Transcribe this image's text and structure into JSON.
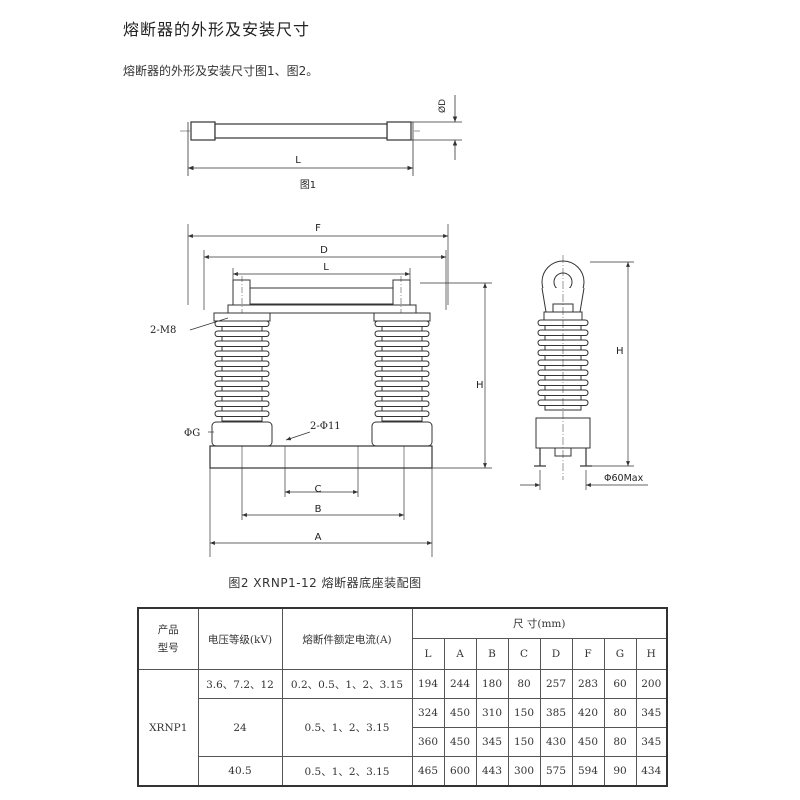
{
  "heading": "熔断器的外形及安装尺寸",
  "intro": "熔断器的外形及安装尺寸图1、图2。",
  "figure1": {
    "caption": "图1",
    "labels": {
      "diameter": "ØD",
      "length": "L"
    }
  },
  "figure2": {
    "caption": "图2 XRNP1-12 熔断器底座装配图",
    "labels": {
      "F": "F",
      "D": "D",
      "L": "L",
      "H": "H",
      "bolt": "2-M8",
      "phiG": "ΦG",
      "hole": "2-Φ11",
      "C": "C",
      "B": "B",
      "A": "A",
      "side_H": "H",
      "side_base": "Φ60Max"
    }
  },
  "table": {
    "header": {
      "product_model": "产品\n型号",
      "voltage": "电压等级(kV)",
      "current": "熔断件额定电流(A)",
      "dimensions": "尺 寸(mm)",
      "dim_cols": [
        "L",
        "A",
        "B",
        "C",
        "D",
        "F",
        "G",
        "H"
      ]
    },
    "model": "XRNP1",
    "rows": [
      {
        "voltage": "3.6、7.2、12",
        "current": "0.2、0.5、1、2、3.15",
        "dims": [
          "194",
          "244",
          "180",
          "80",
          "257",
          "283",
          "60",
          "200"
        ]
      },
      {
        "voltage": "24",
        "current": "0.5、1、2、3.15",
        "dims": [
          "324",
          "450",
          "310",
          "150",
          "385",
          "420",
          "80",
          "345"
        ]
      },
      {
        "dims": [
          "360",
          "450",
          "345",
          "150",
          "430",
          "450",
          "80",
          "345"
        ]
      },
      {
        "voltage": "40.5",
        "current": "0.5、1、2、3.15",
        "dims": [
          "465",
          "600",
          "443",
          "300",
          "575",
          "594",
          "90",
          "434"
        ]
      }
    ]
  }
}
